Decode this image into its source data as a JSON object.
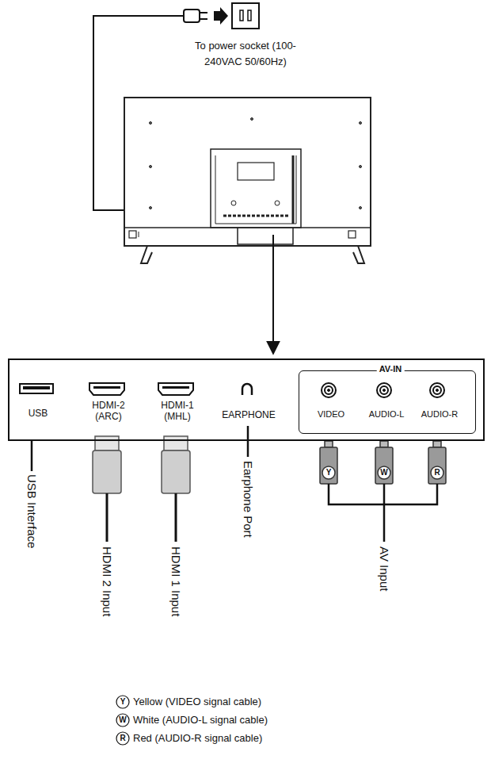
{
  "diagram": {
    "nodes": [
      {
        "text": [
          "USB",
          "HDMI-2 (ARC)",
          "HDMI-1 (MHL)",
          "EARPHONE"
        ]
      },
      {
        "text": [
          "AV-IN",
          "VIDEO",
          "AUDIO-L",
          "AUDIO-R"
        ],
        "in": 0
      }
    ],
    "labels": [
      "To power socket (100-240VAC 50/60Hz)",
      "USB Interface",
      "HDMI 2 Input",
      "HDMI 1 Input",
      "Earphone Port",
      "AV Input",
      "Y",
      "W",
      "R",
      "Y",
      "W",
      "R"
    ],
    "legend": [
      {
        "text": "Yellow (VIDEO signal cable)"
      },
      {
        "text": "White (AUDIO-L signal cable)"
      },
      {
        "text": "Red (AUDIO-R signal cable)"
      }
    ]
  }
}
